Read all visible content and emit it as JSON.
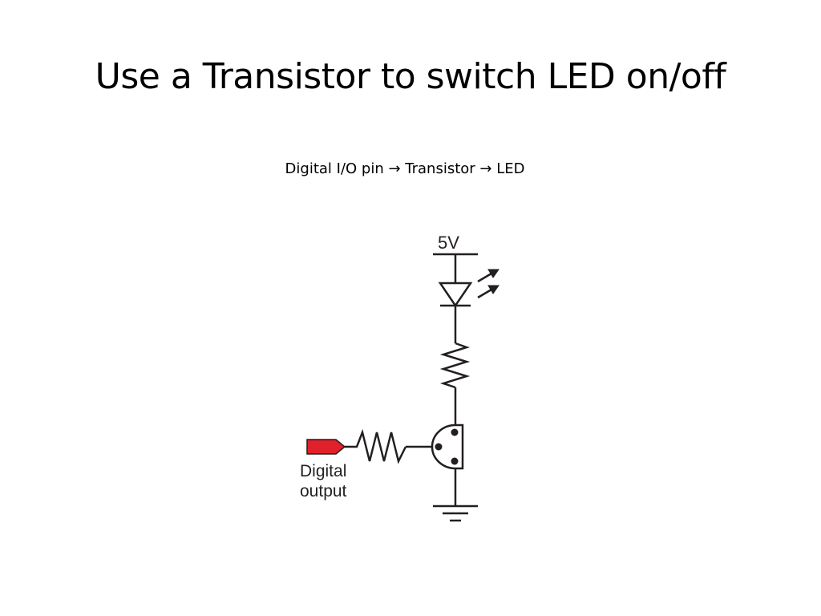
{
  "slide": {
    "title": "Use a Transistor to switch LED on/off",
    "subtitle": "Digital I/O pin → Transistor → LED"
  },
  "diagram": {
    "supply_label": "5V",
    "input_label_line1": "Digital",
    "input_label_line2": "output",
    "colors": {
      "wire": "#231f20",
      "input_pin": "#e0202a"
    }
  }
}
